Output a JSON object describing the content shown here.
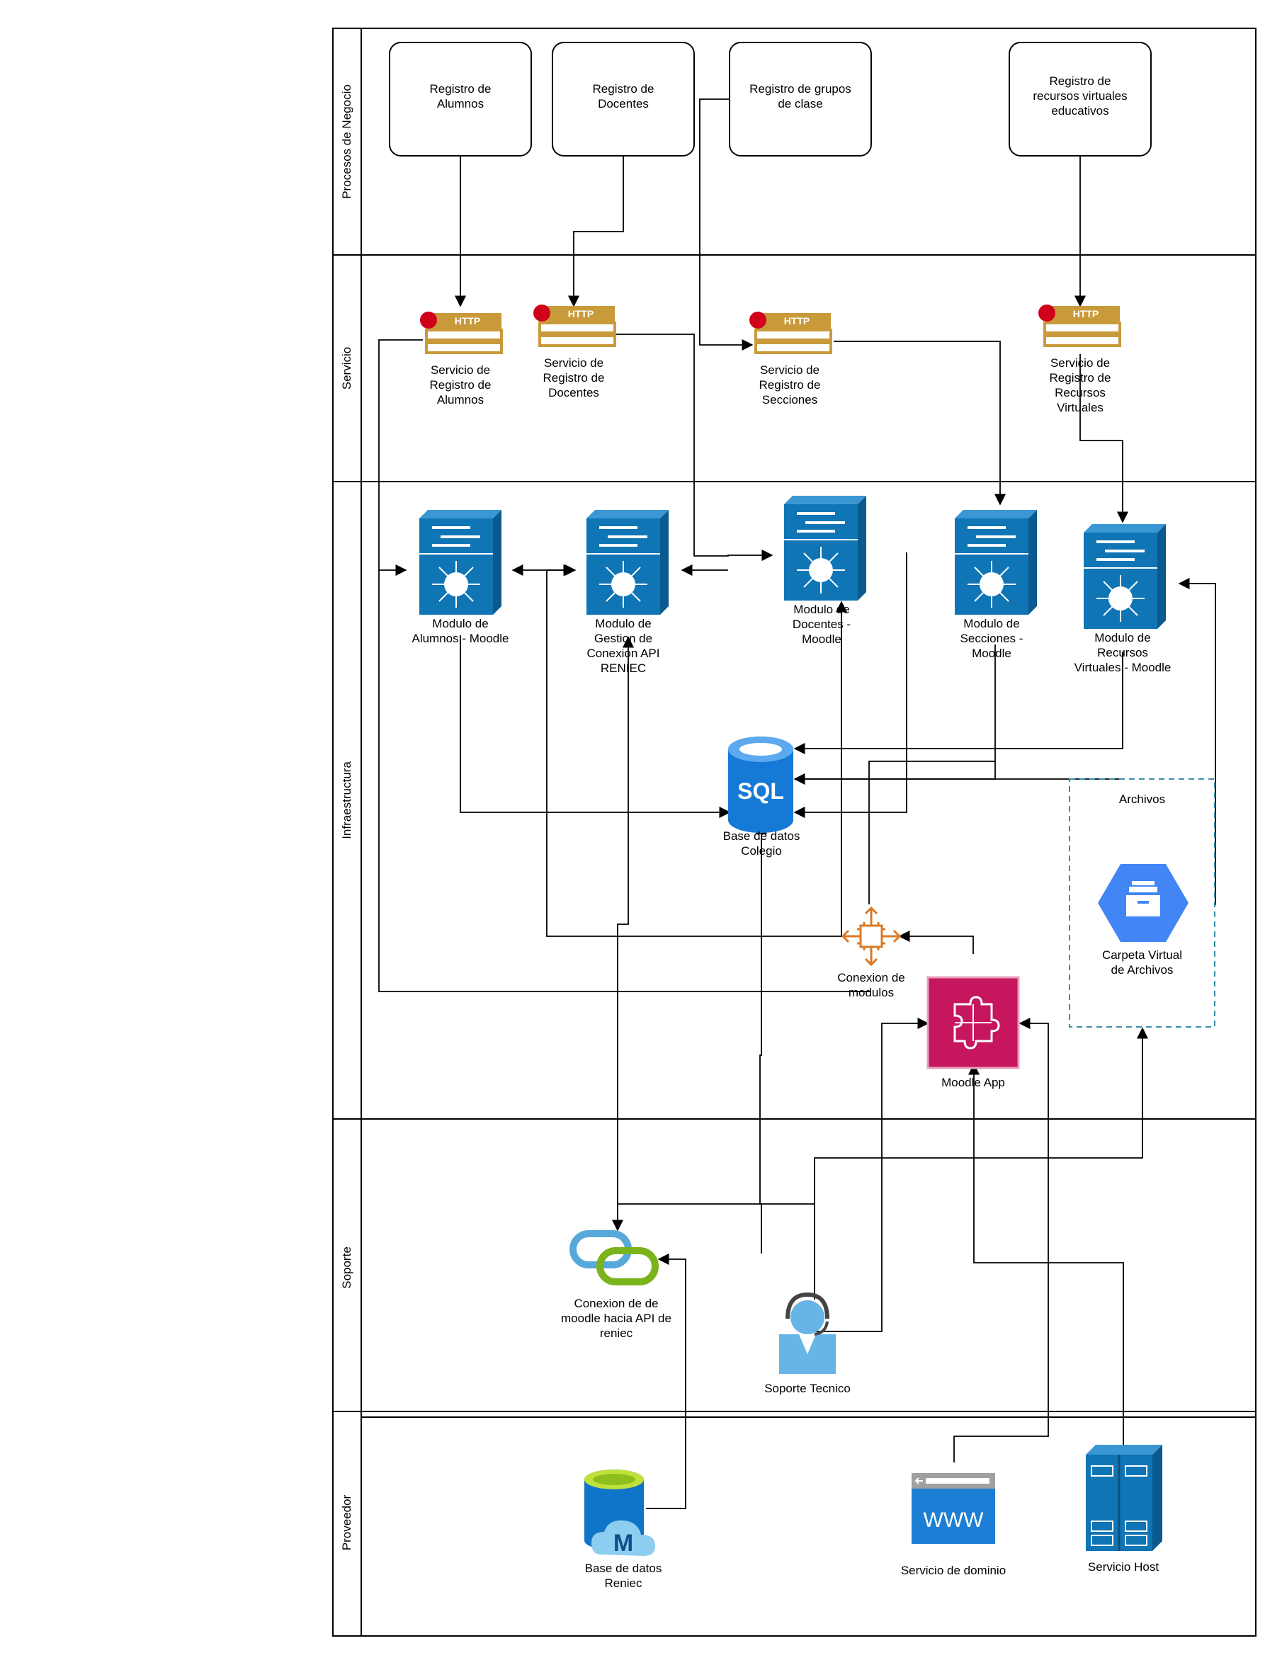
{
  "lanes": {
    "negocio": "Procesos de Negocio",
    "servicio": "Servicio",
    "infra": "Infraestructura",
    "soporte": "Soporte",
    "proveedor": "Proveedor"
  },
  "procesos": {
    "alumnos": "Registro de\nAlumnos",
    "docentes": "Registro de\nDocentes",
    "grupos": "Registro de grupos\nde clase",
    "recursos": "Registro de\nrecursos virtuales\neducativos"
  },
  "servicios": {
    "http_text": "HTTP",
    "alumnos": "Servicio de\nRegistro de\nAlumnos",
    "docentes": "Servicio de\nRegistro de\nDocentes",
    "secciones": "Servicio de\nRegistro de\nSecciones",
    "recursos": "Servicio de\nRegistro de\nRecursos\nVirtuales"
  },
  "modulos": {
    "alumnos": "Modulo de\nAlumnos - Moodle",
    "reniec": "Modulo de\nGestion de\nConexion API\nRENIEC",
    "docentes": "Modulo de\nDocentes -\nMoodle",
    "secciones": "Modulo de\nSecciones -\nMoodle",
    "recursos": "Modulo de\nRecursos\nVirtuales - Moodle"
  },
  "infra": {
    "sql_text": "SQL",
    "bd_colegio": "Base de datos\nColegio",
    "archivos": "Archivos",
    "carpeta": "Carpeta Virtual\nde Archivos",
    "conexion_modulos": "Conexion de\nmodulos",
    "moodle_app": "Moodle App"
  },
  "soporte": {
    "conexion_api": "Conexion de de\nmoodle hacia API de\nreniec",
    "soporte_tecnico": "Soporte Tecnico"
  },
  "proveedor": {
    "bd_reniec": "Base  de datos\nReniec",
    "bd_reniec_letter": "M",
    "dominio": "Servicio de dominio",
    "www_text": "WWW",
    "host": "Servicio Host"
  },
  "colors": {
    "http_gold": "#c99a3a",
    "http_dot": "#d0021b",
    "switch_blue": "#0f75b5",
    "sql_blue": "#1579d6",
    "moodle_pink": "#c5165e",
    "chip_orange": "#d97a27",
    "gcp_blue": "#4285f4",
    "dashed_teal": "#3a8ea9"
  }
}
